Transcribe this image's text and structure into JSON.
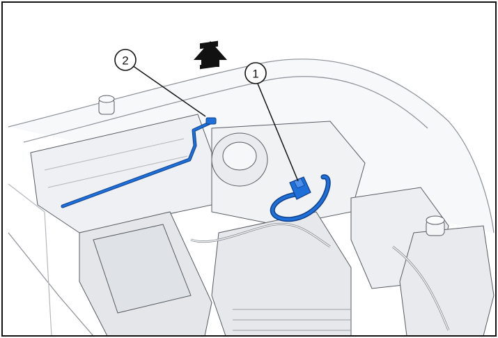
{
  "figure": {
    "type": "technical-illustration",
    "subject": "headlamp-rear-connector-removal",
    "callouts": [
      {
        "label": "1",
        "part": "headlamp-connector"
      },
      {
        "label": "2",
        "part": "leveling-rod"
      }
    ],
    "arrow": {
      "direction": "up",
      "meaning": "pull-out"
    },
    "colors": {
      "highlight": "#1f6fd8",
      "highlight_dark": "#0d3f8a",
      "line": "#111111",
      "part_fill": "#f3f4f6",
      "part_shade": "#e2e4e8"
    }
  }
}
